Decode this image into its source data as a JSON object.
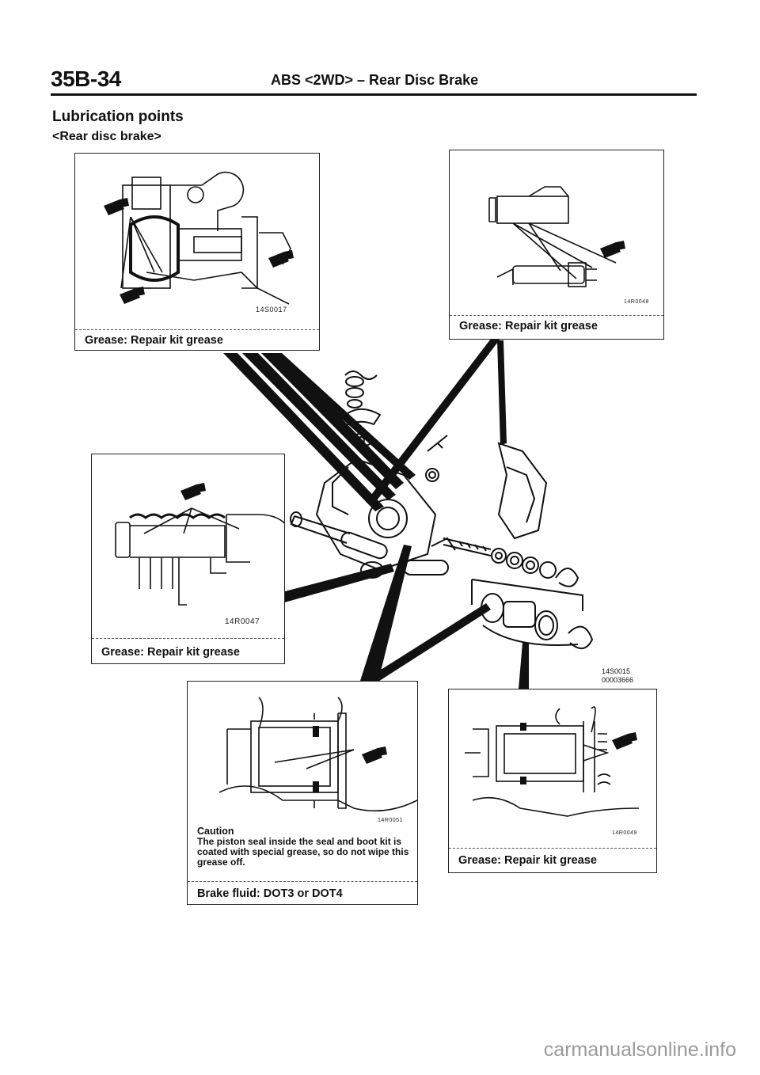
{
  "header": {
    "page_number": "35B-34",
    "title": "ABS <2WD> – Rear Disc Brake"
  },
  "section": {
    "title": "Lubrication points",
    "subtitle": "<Rear disc brake>"
  },
  "figures": {
    "top_left": {
      "code": "14S0017",
      "caption": "Grease: Repair kit grease"
    },
    "top_right": {
      "code": "14R0048",
      "caption": "Grease: Repair kit grease"
    },
    "middle_left": {
      "code": "14R0047",
      "caption": "Grease: Repair kit grease"
    },
    "bottom_center": {
      "code": "14R0051",
      "caution_title": "Caution",
      "caution_text": "The piston seal inside the seal and boot kit is coated with special grease, so do not wipe this grease off.",
      "caption": "Brake fluid: DOT3 or DOT4"
    },
    "bottom_right": {
      "code": "14R0049",
      "caption": "Grease: Repair kit grease"
    }
  },
  "main_diagram": {
    "codes": [
      "14S0015",
      "00003666"
    ]
  },
  "watermark": "carmanualsonline.info"
}
